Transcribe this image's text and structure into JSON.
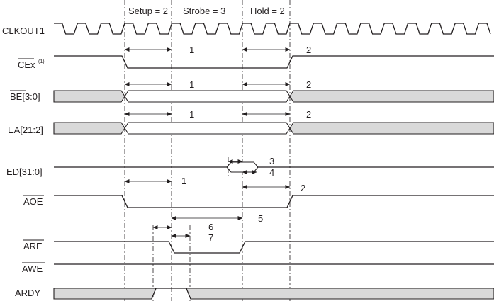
{
  "phases": [
    {
      "label": "Setup = 2"
    },
    {
      "label": "Strobe = 3"
    },
    {
      "label": "Hold = 2"
    }
  ],
  "signals": [
    {
      "key": "clkout1",
      "label": "CLKOUT1",
      "overbar": false
    },
    {
      "key": "cex",
      "label": "CEx",
      "overbar": true,
      "note": "(1)"
    },
    {
      "key": "be",
      "label": "BE[3:0]",
      "overbar": true
    },
    {
      "key": "ea",
      "label": "EA[21:2]",
      "overbar": false
    },
    {
      "key": "ed",
      "label": "ED[31:0]",
      "overbar": false
    },
    {
      "key": "aoe",
      "label": "AOE",
      "overbar": true
    },
    {
      "key": "are",
      "label": "ARE",
      "overbar": true
    },
    {
      "key": "awe",
      "label": "AWE",
      "overbar": true
    },
    {
      "key": "ardy",
      "label": "ARDY",
      "overbar": false
    }
  ],
  "timing_refs": [
    "1",
    "2",
    "1",
    "2",
    "1",
    "2",
    "3",
    "4",
    "1",
    "2",
    "5",
    "6",
    "7"
  ]
}
